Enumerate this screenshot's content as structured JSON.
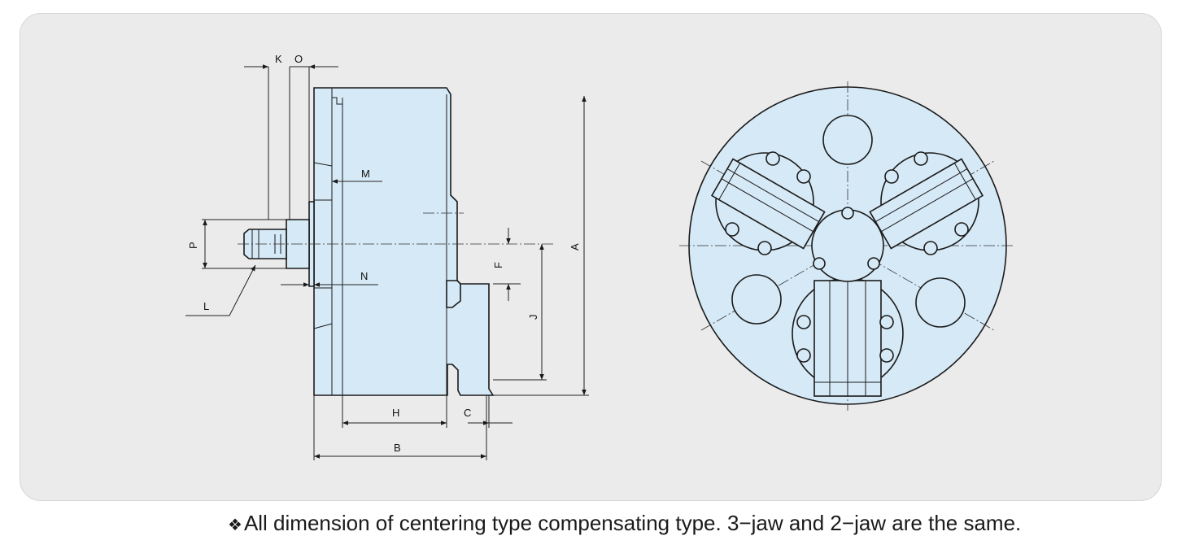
{
  "colors": {
    "panel_bg": "#ebebeb",
    "part_fill": "#d6e9f6",
    "line": "#1a1a1a"
  },
  "dimensions": {
    "K": "K",
    "O": "O",
    "M": "M",
    "N": "N",
    "P": "P",
    "L": "L",
    "F": "F",
    "J": "J",
    "A": "A",
    "H": "H",
    "C": "C",
    "B": "B"
  },
  "caption": {
    "mark": "❖",
    "text": "All dimension of centering type compensating type. 3−jaw and 2−jaw are the same."
  }
}
